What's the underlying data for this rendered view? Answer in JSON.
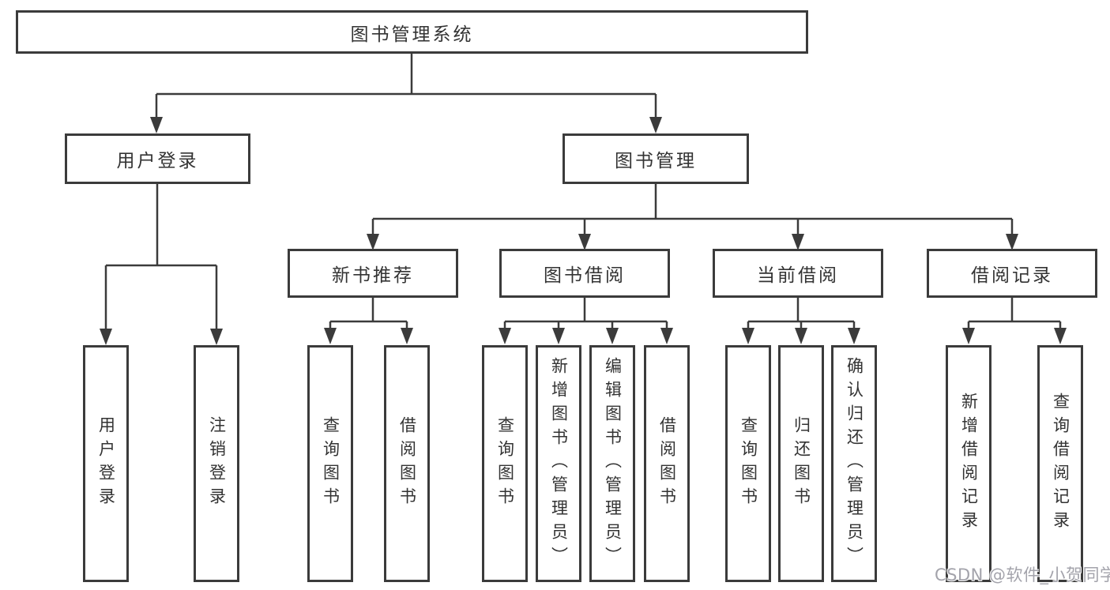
{
  "colors": {
    "background": "#ffffff",
    "line": "#3b3b3b",
    "box_border": "#3b3b3b",
    "text": "#333333",
    "watermark": "#a3a3ab"
  },
  "watermark": "CSDN @软件_小贺同学",
  "tree": {
    "root": "图书管理系统",
    "children": [
      {
        "label": "用户登录",
        "children": [
          "用户登录",
          "注销登录"
        ]
      },
      {
        "label": "图书管理",
        "children": [
          {
            "label": "新书推荐",
            "children": [
              "查询图书",
              "借阅图书"
            ]
          },
          {
            "label": "图书借阅",
            "children": [
              "查询图书",
              "新增图书（管理员）",
              "编辑图书（管理员）",
              "借阅图书"
            ]
          },
          {
            "label": "当前借阅",
            "children": [
              "查询图书",
              "归还图书",
              "确认归还（管理员）"
            ]
          },
          {
            "label": "借阅记录",
            "children": [
              "新增借阅记录",
              "查询借阅记录"
            ]
          }
        ]
      }
    ]
  }
}
